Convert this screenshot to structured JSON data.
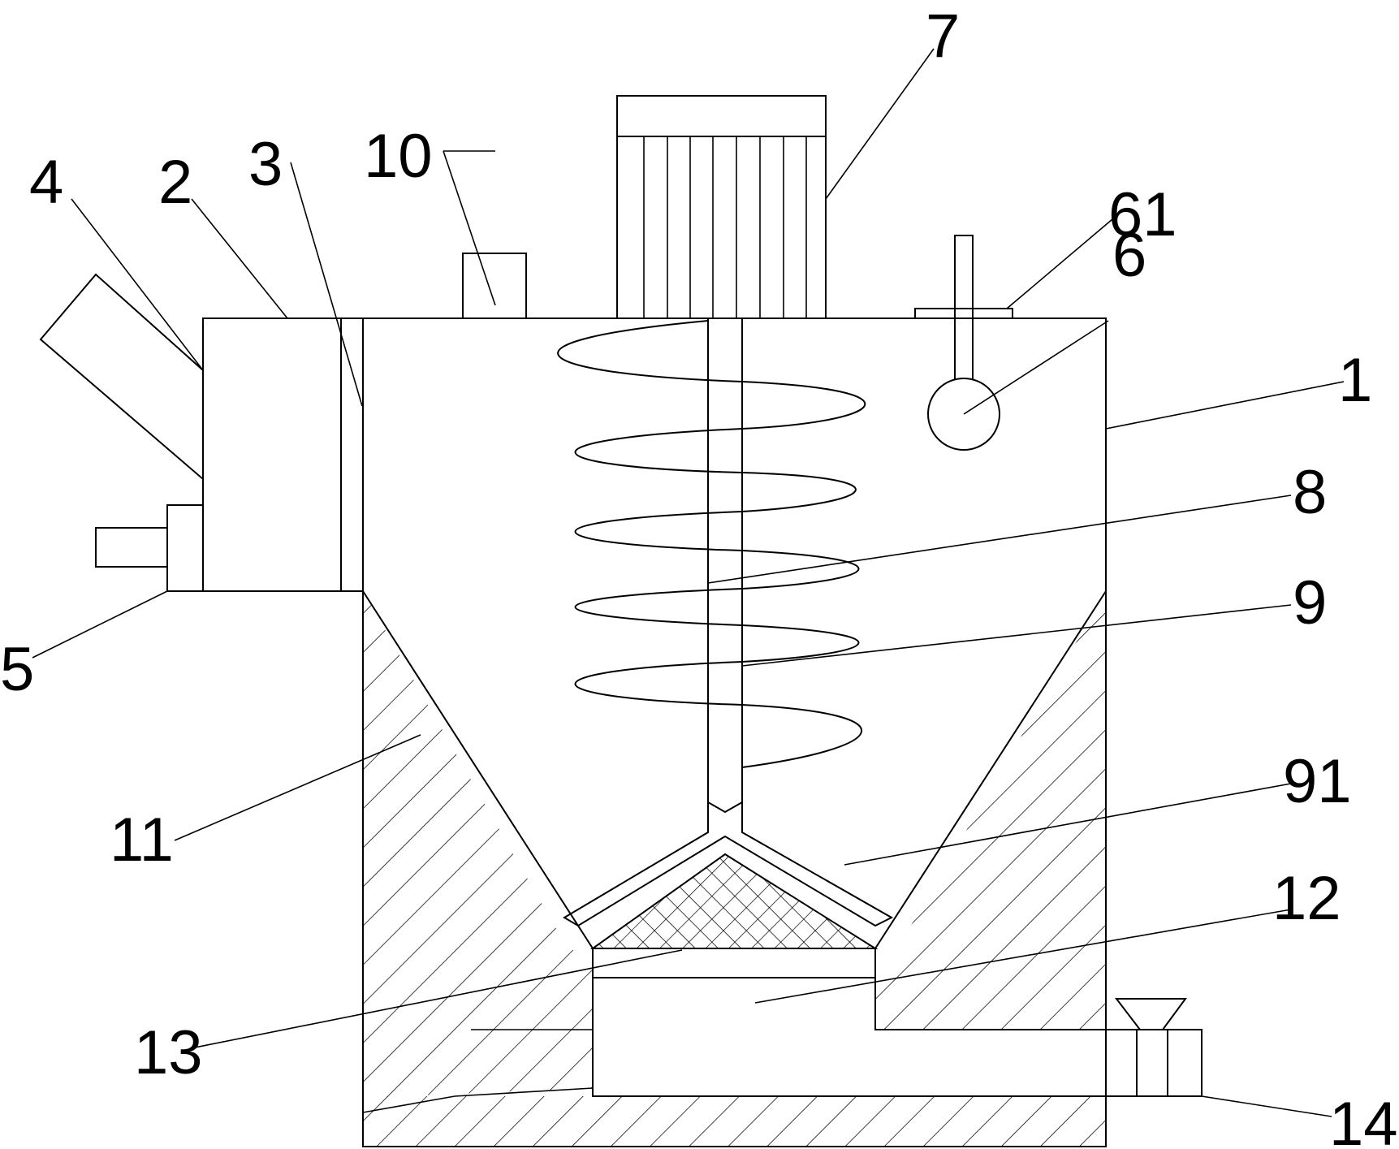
{
  "labels": {
    "l1": "1",
    "l2": "2",
    "l3": "3",
    "l4": "4",
    "l5": "5",
    "l6": "6",
    "l61": "61",
    "l7": "7",
    "l8": "8",
    "l9": "9",
    "l91": "91",
    "l10": "10",
    "l11": "11",
    "l12": "12",
    "l13": "13",
    "l14": "14"
  },
  "colors": {
    "line": "#000000",
    "background": "#ffffff"
  }
}
